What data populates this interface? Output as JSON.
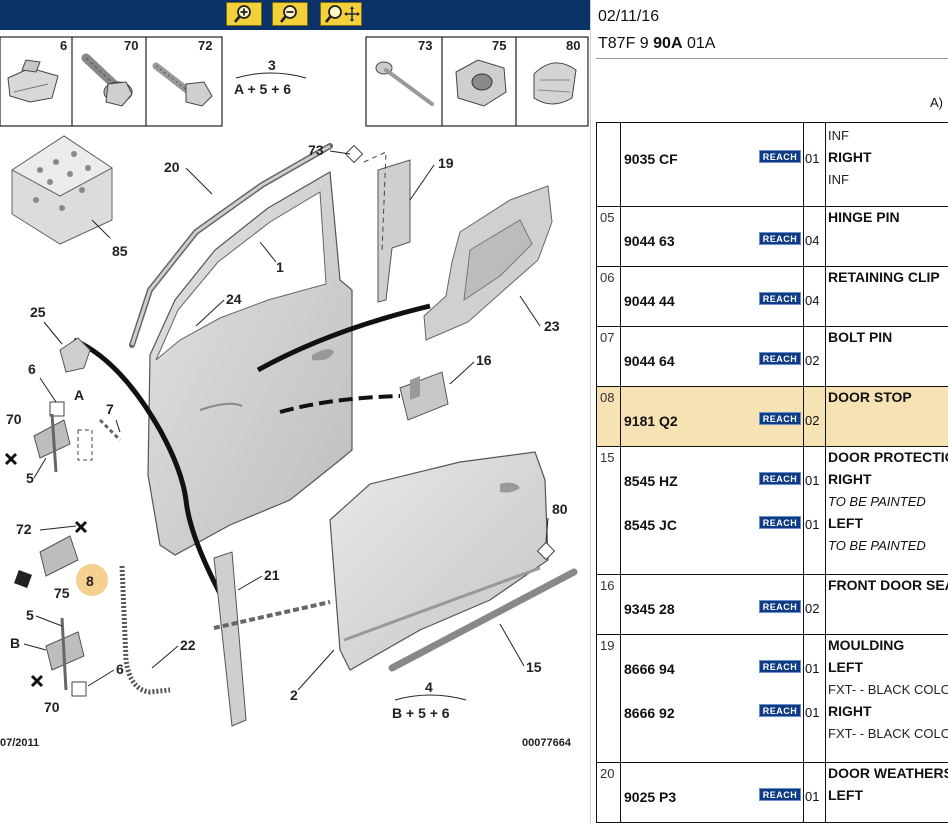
{
  "toolbar": {
    "buttons": [
      {
        "id": "zoom-in",
        "icon": "zoom-in-icon"
      },
      {
        "id": "zoom-out",
        "icon": "zoom-out-icon"
      },
      {
        "id": "zoom-pan",
        "icon": "zoom-pan-icon"
      }
    ]
  },
  "diagram": {
    "thumbnails_left": [
      "6",
      "70",
      "72"
    ],
    "thumbnails_right": [
      "73",
      "75",
      "80"
    ],
    "kit_3": {
      "number": "3",
      "formula": "A + 5 + 6"
    },
    "kit_4": {
      "number": "4",
      "formula": "B + 5 + 6"
    },
    "labels": [
      "20",
      "73",
      "19",
      "1",
      "85",
      "24",
      "25",
      "23",
      "16",
      "6",
      "A",
      "7",
      "70",
      "5",
      "72",
      "8",
      "75",
      "80",
      "21",
      "5",
      "B",
      "22",
      "6",
      "70",
      "2",
      "15"
    ],
    "footer_left": "07/2011",
    "footer_right": "00077664"
  },
  "parts": {
    "date": "02/11/16",
    "code_prefix": "T87F 9 ",
    "code_bold": "90A",
    "code_suffix": " 01A",
    "header_suffix": "A)",
    "reach_label": "REACH",
    "rows": [
      {
        "ref": "",
        "highlight": false,
        "lines": [
          {
            "pn": "",
            "qty": "",
            "desc": "INF",
            "style": "sub"
          },
          {
            "pn": "9035 CF",
            "qty": "01",
            "desc": "RIGHT",
            "style": "main",
            "reach": true
          },
          {
            "pn": "",
            "qty": "",
            "desc": "INF",
            "style": "sub"
          }
        ]
      },
      {
        "ref": "05",
        "highlight": false,
        "lines": [
          {
            "pn": "",
            "qty": "",
            "desc": "HINGE PIN",
            "style": "main"
          },
          {
            "pn": "9044 63",
            "qty": "04",
            "desc": "",
            "style": "main",
            "reach": true
          }
        ]
      },
      {
        "ref": "06",
        "highlight": false,
        "lines": [
          {
            "pn": "",
            "qty": "",
            "desc": "RETAINING CLIP",
            "style": "main"
          },
          {
            "pn": "9044 44",
            "qty": "04",
            "desc": "",
            "style": "main",
            "reach": true
          }
        ]
      },
      {
        "ref": "07",
        "highlight": false,
        "lines": [
          {
            "pn": "",
            "qty": "",
            "desc": "BOLT PIN",
            "style": "main"
          },
          {
            "pn": "9044 64",
            "qty": "02",
            "desc": "",
            "style": "main",
            "reach": true
          }
        ]
      },
      {
        "ref": "08",
        "highlight": true,
        "lines": [
          {
            "pn": "",
            "qty": "",
            "desc": "DOOR STOP",
            "style": "main"
          },
          {
            "pn": "9181 Q2",
            "qty": "02",
            "desc": "",
            "style": "main",
            "reach": true
          }
        ]
      },
      {
        "ref": "15",
        "highlight": false,
        "lines": [
          {
            "pn": "",
            "qty": "",
            "desc": "DOOR PROTECTION",
            "style": "main"
          },
          {
            "pn": "8545 HZ",
            "qty": "01",
            "desc": "RIGHT",
            "style": "main",
            "reach": true
          },
          {
            "pn": "",
            "qty": "",
            "desc": "TO BE PAINTED",
            "style": "italic"
          },
          {
            "pn": "8545 JC",
            "qty": "01",
            "desc": "LEFT",
            "style": "main",
            "reach": true
          },
          {
            "pn": "",
            "qty": "",
            "desc": "TO BE PAINTED",
            "style": "italic"
          }
        ]
      },
      {
        "ref": "16",
        "highlight": false,
        "lines": [
          {
            "pn": "",
            "qty": "",
            "desc": "FRONT DOOR SEAL",
            "style": "main"
          },
          {
            "pn": "9345 28",
            "qty": "02",
            "desc": "",
            "style": "main",
            "reach": true
          }
        ]
      },
      {
        "ref": "19",
        "highlight": false,
        "lines": [
          {
            "pn": "",
            "qty": "",
            "desc": "MOULDING",
            "style": "main"
          },
          {
            "pn": "8666 94",
            "qty": "01",
            "desc": "LEFT",
            "style": "main",
            "reach": true
          },
          {
            "pn": "",
            "qty": "",
            "desc": "FXT- - BLACK COLOUR",
            "style": "sub"
          },
          {
            "pn": "8666 92",
            "qty": "01",
            "desc": "RIGHT",
            "style": "main",
            "reach": true
          },
          {
            "pn": "",
            "qty": "",
            "desc": "FXT- - BLACK COLOUR",
            "style": "sub"
          }
        ]
      },
      {
        "ref": "20",
        "highlight": false,
        "lines": [
          {
            "pn": "",
            "qty": "",
            "desc": "DOOR WEATHERSTRIP",
            "style": "main"
          },
          {
            "pn": "9025 P3",
            "qty": "01",
            "desc": "LEFT",
            "style": "main",
            "reach": true
          }
        ]
      }
    ]
  }
}
